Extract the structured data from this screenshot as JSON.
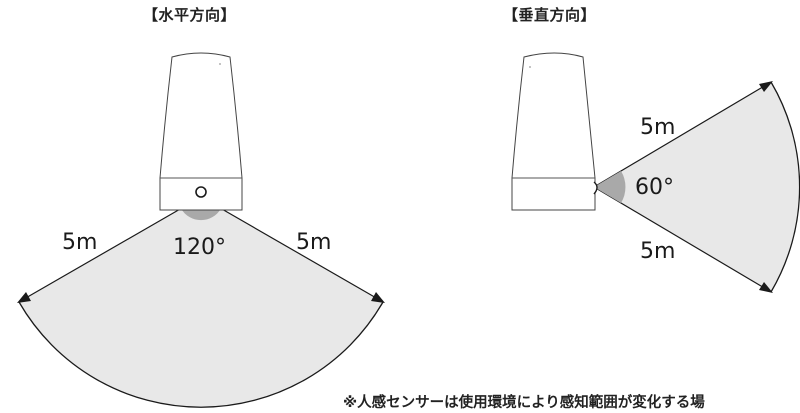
{
  "horizontal": {
    "title": "【水平方向】",
    "distance_left": "5m",
    "distance_right": "5m",
    "angle": "120°"
  },
  "vertical": {
    "title": "【垂直方向】",
    "distance_top": "5m",
    "distance_bottom": "5m",
    "angle": "60°"
  },
  "note": "※人感センサーは使用環境により感知範囲が変化する場",
  "colors": {
    "zone_fill": "#e8e8e8",
    "angle_fill": "#a9a9a9",
    "line": "#1a1a1a",
    "device_outline": "#444444"
  }
}
